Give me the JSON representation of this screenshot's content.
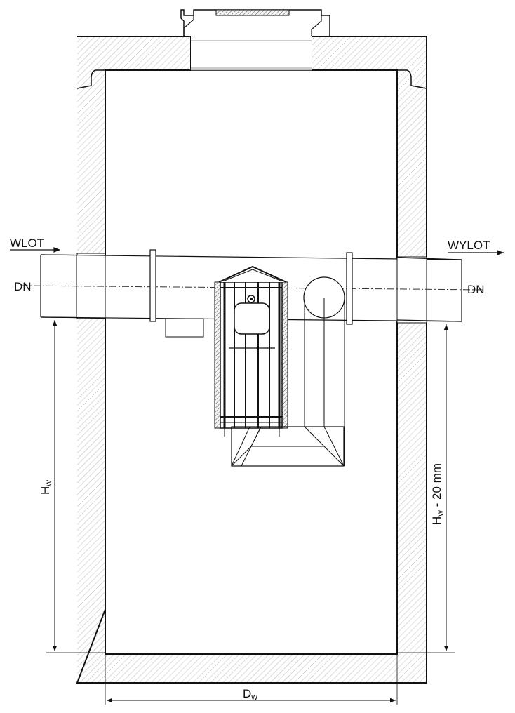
{
  "labels": {
    "inlet": "WLOT",
    "outlet": "WYLOT",
    "dn_left": "DN",
    "dn_right": "DN",
    "height": "H",
    "height_sub": "w",
    "height_right_main": "H",
    "height_right_sub": "w",
    "height_right_suffix": " - 20 mm",
    "diameter": "D",
    "diameter_sub": "w"
  },
  "icons": {
    "arrow": "arrow-right-icon"
  }
}
